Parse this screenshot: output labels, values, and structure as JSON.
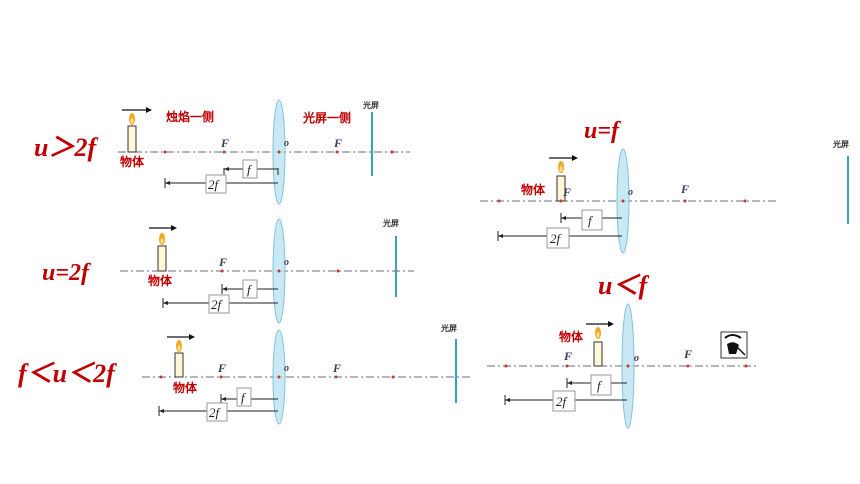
{
  "diagrams": [
    {
      "condition": "u＞2f",
      "object_label": "物体",
      "flame_side_label": "烛焰一侧",
      "screen_side_label": "光屏一侧",
      "screen_label": "光屏",
      "focal_label": "F",
      "center_label": "o",
      "f_label": "f",
      "twof_label": "2f"
    },
    {
      "condition": "u=2f",
      "object_label": "物体",
      "screen_label": "光屏",
      "focal_label": "F",
      "center_label": "o",
      "f_label": "f",
      "twof_label": "2f"
    },
    {
      "condition": "f＜u＜2f",
      "object_label": "物体",
      "screen_label": "光屏",
      "focal_label": "F",
      "center_label": "o",
      "f_label": "f",
      "twof_label": "2f"
    },
    {
      "condition": "u=f",
      "object_label": "物体",
      "screen_label": "光屏",
      "focal_label": "F",
      "center_label": "o",
      "f_label": "f",
      "twof_label": "2f"
    },
    {
      "condition": "u＜f",
      "object_label": "物体",
      "focal_label": "F",
      "center_label": "o",
      "f_label": "f",
      "twof_label": "2f"
    }
  ],
  "colors": {
    "accent_red": "#c00000",
    "lens": "#bfe6f2",
    "screen": "#3aa0c0",
    "axis": "#6a6a8a"
  },
  "icons": [
    "candle-icon",
    "arrow-right-icon",
    "lens-icon",
    "screen-icon",
    "image-icon"
  ]
}
